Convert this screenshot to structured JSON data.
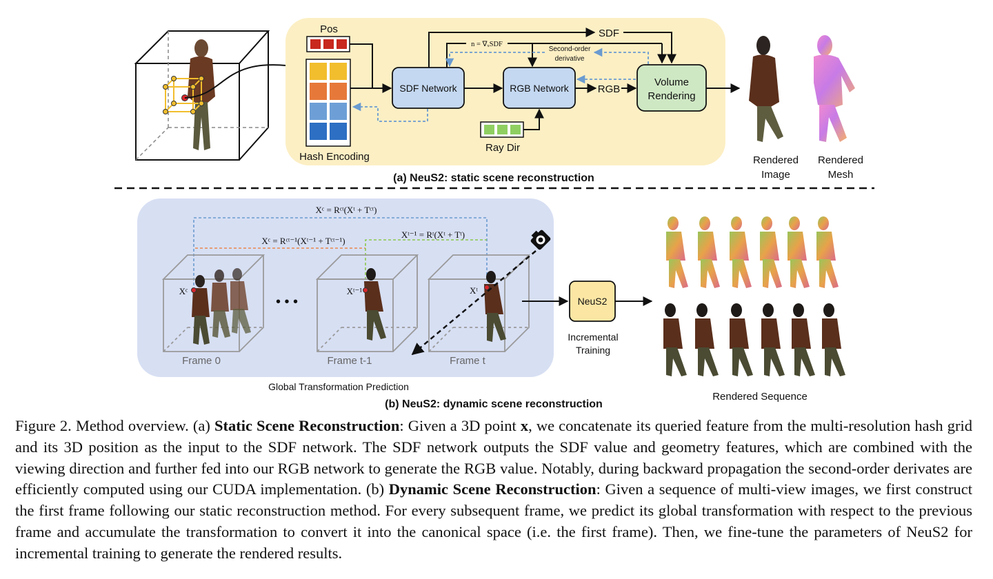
{
  "panel_a": {
    "pos_label": "Pos",
    "hash_label": "Hash Encoding",
    "sdf_network": "SDF Network",
    "rgb_network": "RGB Network",
    "volume_rendering_line1": "Volume",
    "volume_rendering_line2": "Rendering",
    "sdf_output": "SDF",
    "rgb_output": "RGB",
    "ray_dir": "Ray Dir",
    "normal_formula": "n = ∇ₓSDF",
    "second_order_line1": "Second-order",
    "second_order_line2": "derivative",
    "rendered_image_line1": "Rendered",
    "rendered_image_line2": "Image",
    "rendered_mesh_line1": "Rendered",
    "rendered_mesh_line2": "Mesh",
    "title": "(a) NeuS2: static scene reconstruction"
  },
  "panel_b": {
    "eq_top": "Xᶜ = Rᶜᵗ(Xᵗ + Tᶜᵗ)",
    "eq_mid": "Xᶜ = Rᶜᵗ⁻¹(Xᵗ⁻¹ + Tᶜᵗ⁻¹)",
    "eq_right": "Xᵗ⁻¹ = Rᵗ(Xᵗ + Tᵗ)",
    "xc_label": "Xᶜ",
    "xt1_label": "Xᵗ⁻¹",
    "xt_label": "Xᵗ",
    "frame0": "Frame 0",
    "frame_t1": "Frame t-1",
    "frame_t": "Frame t",
    "ellipsis": "• • •",
    "neus2": "NeuS2",
    "incremental_line1": "Incremental",
    "incremental_line2": "Training",
    "global_transform": "Global Transformation Prediction",
    "rendered_sequence": "Rendered Sequence",
    "title": "(b) NeuS2: dynamic scene reconstruction"
  },
  "caption": {
    "p1": "Figure 2.  Method overview.  (a) ",
    "b1": "Static Scene Reconstruction",
    "p2": ": Given a 3D point ",
    "x": "x",
    "p3": ", we concatenate its queried feature from the multi-resolution hash grid and its 3D position as the input to the SDF network. The SDF network outputs the SDF value and geometry features, which are combined with the viewing direction and further fed into our RGB network to generate the RGB value. Notably, during backward propagation the second-order derivates are efficiently computed using our CUDA implementation.  (b) ",
    "b2": "Dynamic Scene Reconstruction",
    "p4": ": Given a sequence of multi-view images, we first construct the first frame following our static reconstruction method. For every subsequent frame, we predict its global transformation with respect to the previous frame and accumulate the transformation to convert it into the canonical space (i.e. the first frame). Then, we fine-tune the parameters of NeuS2 for incremental training to generate the rendered results."
  },
  "colors": {
    "panel_a_bg": "#fcefc4",
    "panel_b_bg": "#d7dff3",
    "network_box": "#c4d8f1",
    "render_box": "#cfe8c4",
    "neus2_box": "#fbe6a4",
    "pos_red": "#c8281e",
    "hash_yellow": "#f2be2e",
    "hash_orange": "#e6793a",
    "hash_lightblue": "#6d9fd6",
    "hash_blue": "#2d6fc3",
    "dir_green": "#8fcf62",
    "dashed_blue": "#6a9bd0",
    "dashed_orange": "#e8874c",
    "dashed_green": "#8cc84a"
  }
}
